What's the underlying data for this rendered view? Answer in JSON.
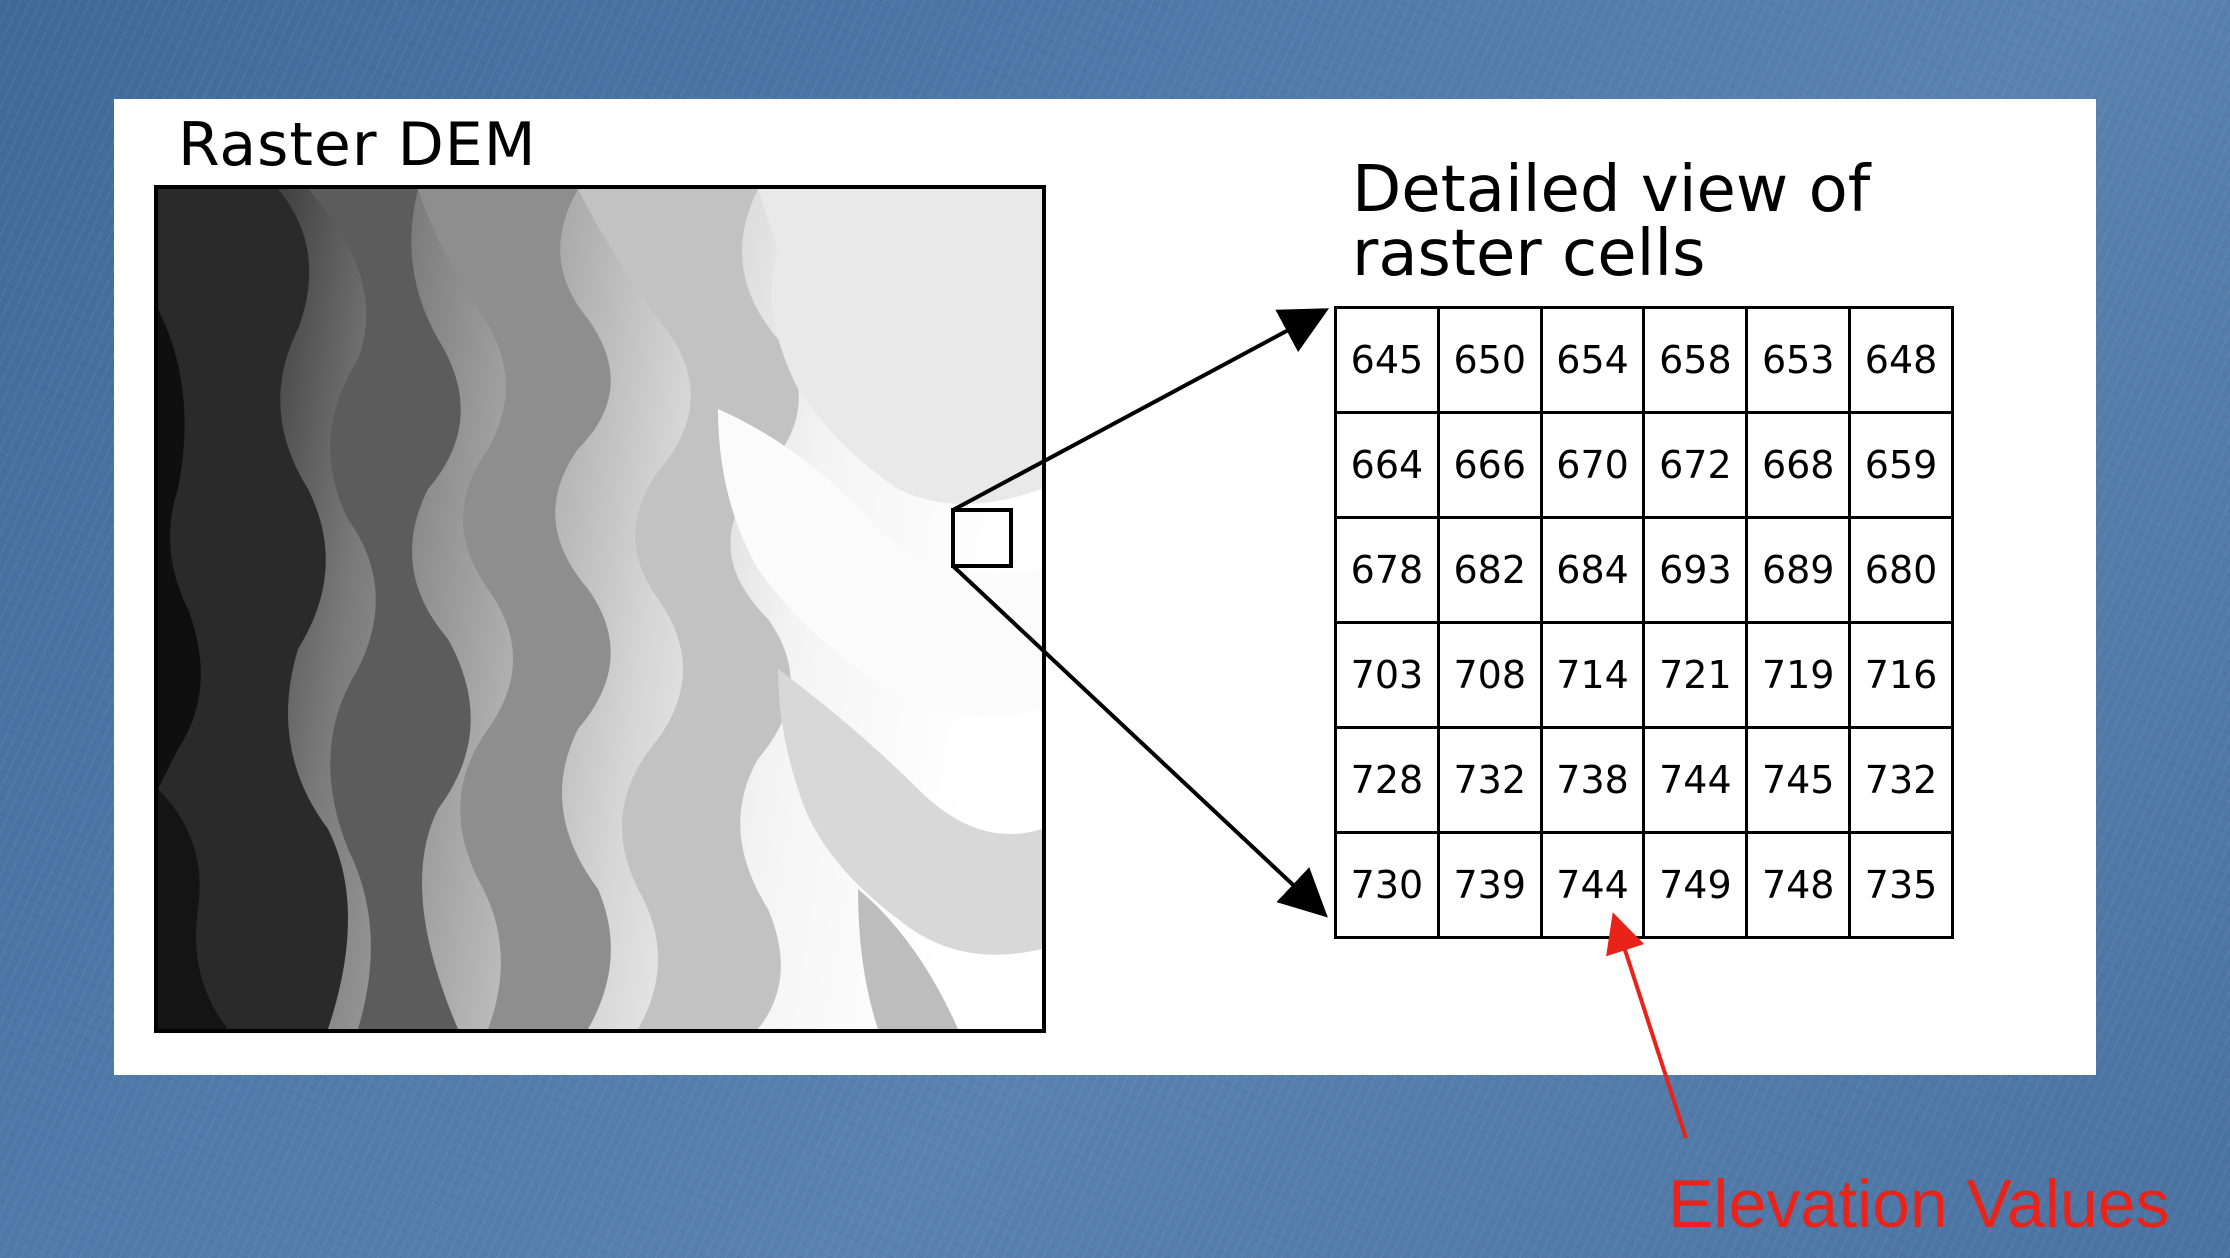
{
  "dem_title": "Raster DEM",
  "cells_title_line1": "Detailed view of",
  "cells_title_line2": "raster cells",
  "elevation_grid": [
    [
      "645",
      "650",
      "654",
      "658",
      "653",
      "648"
    ],
    [
      "664",
      "666",
      "670",
      "672",
      "668",
      "659"
    ],
    [
      "678",
      "682",
      "684",
      "693",
      "689",
      "680"
    ],
    [
      "703",
      "708",
      "714",
      "721",
      "719",
      "716"
    ],
    [
      "728",
      "732",
      "738",
      "744",
      "745",
      "732"
    ],
    [
      "730",
      "739",
      "744",
      "749",
      "748",
      "735"
    ]
  ],
  "callout_label": "Elevation Values",
  "colors": {
    "background": "#4f79a8",
    "callout": "#e8231a",
    "dem_dark": "#111111",
    "dem_light": "#ffffff"
  }
}
